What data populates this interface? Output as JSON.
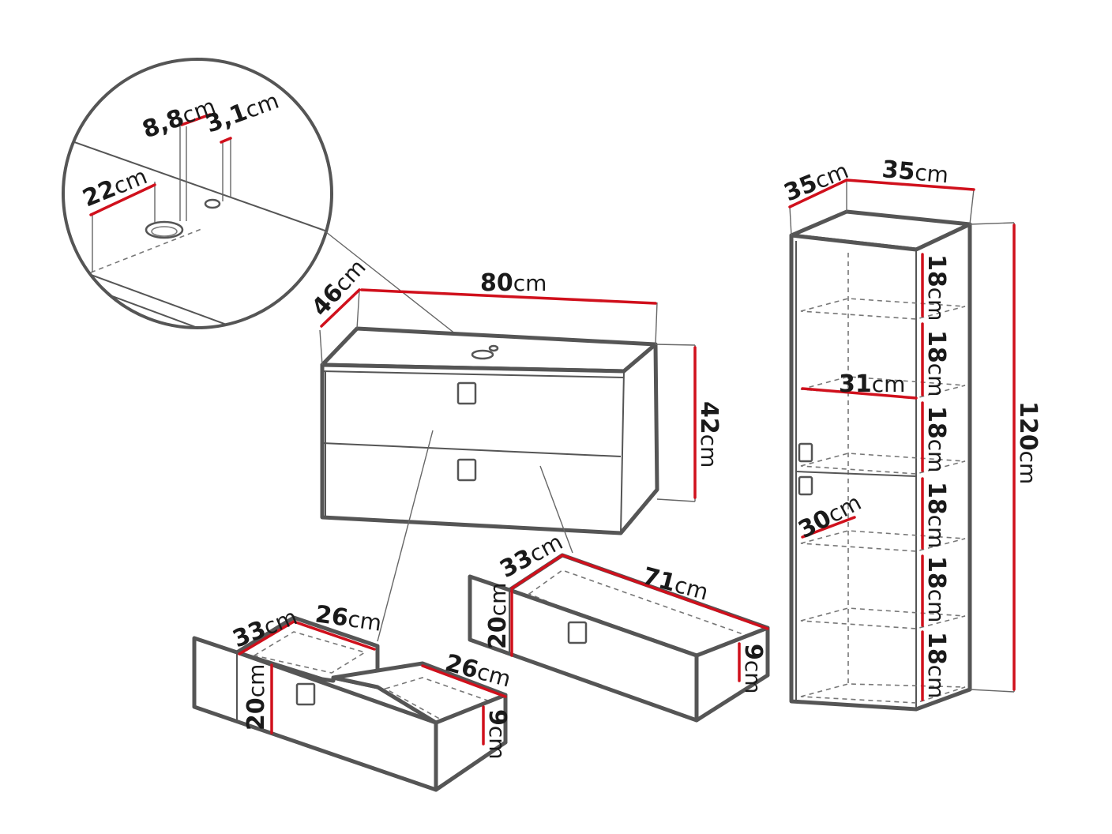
{
  "colors": {
    "outline": "#555555",
    "dimension_line": "#d0101c",
    "background": "#ffffff"
  },
  "zoom_detail": {
    "hole_width": {
      "num": "22",
      "unit": "cm"
    },
    "hole_offset": {
      "num": "8,8",
      "unit": "cm"
    },
    "tap_hole": {
      "num": "3,1",
      "unit": "cm"
    }
  },
  "vanity_cabinet": {
    "depth": {
      "num": "46",
      "unit": "cm"
    },
    "width": {
      "num": "80",
      "unit": "cm"
    },
    "height": {
      "num": "42",
      "unit": "cm"
    }
  },
  "small_drawer": {
    "depth": {
      "num": "33",
      "unit": "cm"
    },
    "left_width": {
      "num": "26",
      "unit": "cm"
    },
    "right_width": {
      "num": "26",
      "unit": "cm"
    },
    "front_height": {
      "num": "20",
      "unit": "cm"
    },
    "inner_height": {
      "num": "9",
      "unit": "cm"
    }
  },
  "large_drawer": {
    "depth": {
      "num": "33",
      "unit": "cm"
    },
    "width": {
      "num": "71",
      "unit": "cm"
    },
    "front_height": {
      "num": "20",
      "unit": "cm"
    },
    "inner_height": {
      "num": "9",
      "unit": "cm"
    }
  },
  "tall_cabinet": {
    "depth": {
      "num": "35",
      "unit": "cm"
    },
    "width": {
      "num": "35",
      "unit": "cm"
    },
    "height": {
      "num": "120",
      "unit": "cm"
    },
    "inner_width": {
      "num": "31",
      "unit": "cm"
    },
    "inner_depth": {
      "num": "30",
      "unit": "cm"
    },
    "shelf_gaps": [
      {
        "num": "18",
        "unit": "cm"
      },
      {
        "num": "18",
        "unit": "cm"
      },
      {
        "num": "18",
        "unit": "cm"
      },
      {
        "num": "18",
        "unit": "cm"
      },
      {
        "num": "18",
        "unit": "cm"
      },
      {
        "num": "18",
        "unit": "cm"
      }
    ]
  }
}
